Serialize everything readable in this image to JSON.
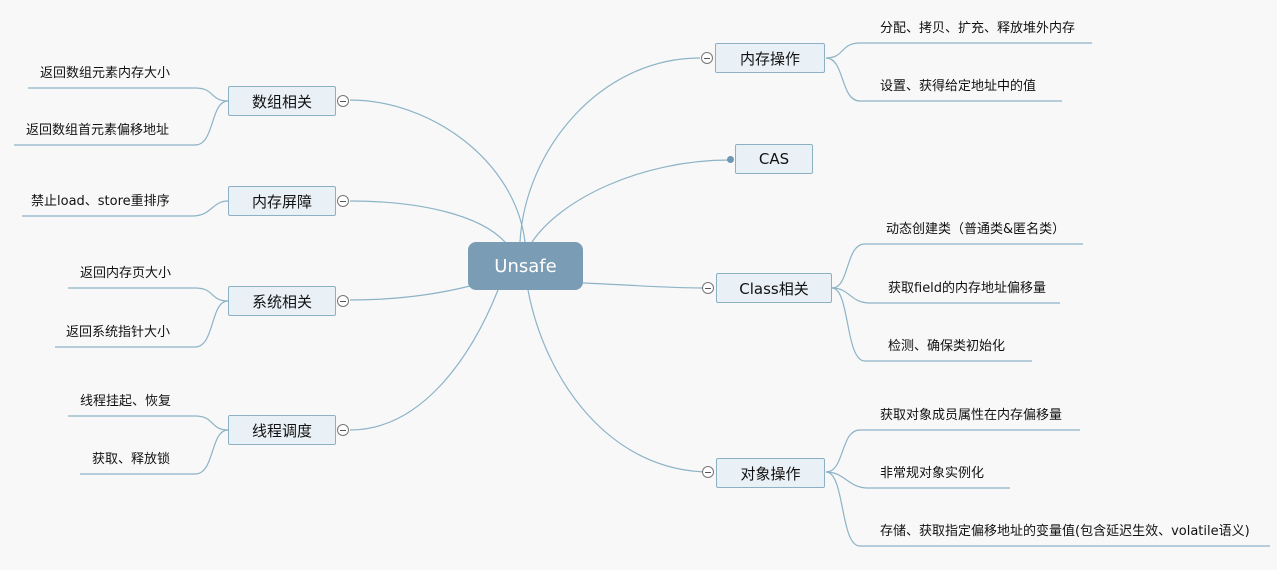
{
  "center": {
    "label": "Unsafe"
  },
  "topics": {
    "memory_ops": {
      "label": "内存操作",
      "children": [
        "分配、拷贝、扩充、释放堆外内存",
        "设置、获得给定地址中的值"
      ]
    },
    "cas": {
      "label": "CAS"
    },
    "class_ops": {
      "label": "Class相关",
      "children": [
        "动态创建类（普通类&匿名类）",
        "获取field的内存地址偏移量",
        "检测、确保类初始化"
      ]
    },
    "object_ops": {
      "label": "对象操作",
      "children": [
        "获取对象成员属性在内存偏移量",
        "非常规对象实例化",
        "存储、获取指定偏移地址的变量值(包含延迟生效、volatile语义)"
      ]
    },
    "array": {
      "label": "数组相关",
      "children": [
        "返回数组元素内存大小",
        "返回数组首元素偏移地址"
      ]
    },
    "barrier": {
      "label": "内存屏障",
      "children": [
        "禁止load、store重排序"
      ]
    },
    "system": {
      "label": "系统相关",
      "children": [
        "返回内存页大小",
        "返回系统指针大小"
      ]
    },
    "thread": {
      "label": "线程调度",
      "children": [
        "线程挂起、恢复",
        "获取、释放锁"
      ]
    }
  }
}
